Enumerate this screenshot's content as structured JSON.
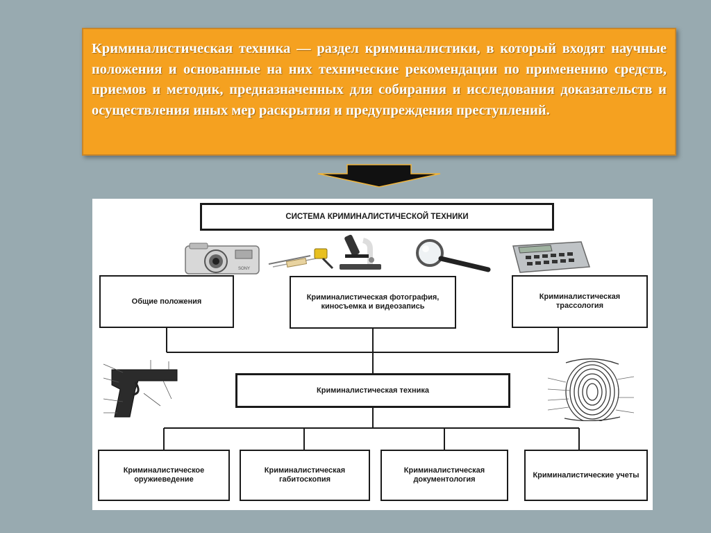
{
  "definition": {
    "text": "Криминалистическая техника — раздел криминалистики, в который входят научные положения и основанные на них технические рекомендации по применению средств, приемов и методик, предназначенных для собирания и исследования доказательств и осуществления иных мер раскрытия и предупреждения преступлений."
  },
  "colors": {
    "background": "#98aab0",
    "definition_box": "#f5a120",
    "arrow": "#111111"
  },
  "diagram": {
    "title": "СИСТЕМА КРИМИНАЛИСТИЧЕСКОЙ ТЕХНИКИ",
    "top_nodes": [
      "Общие положения",
      "Криминалистическая фотография, киносъемка и видеозапись",
      "Криминалистическая трассология"
    ],
    "center_node": "Криминалистическая техника",
    "bottom_nodes": [
      "Криминалистическое оружиеведение",
      "Криминалистическая габитоскопия",
      "Криминалистическая документология",
      "Криминалистические учеты"
    ],
    "illustrations": [
      "camera-icon",
      "tools-icon",
      "microscope-icon",
      "magnifier-icon",
      "calculator-icon",
      "pistol-icon",
      "fingerprint-icon"
    ]
  }
}
